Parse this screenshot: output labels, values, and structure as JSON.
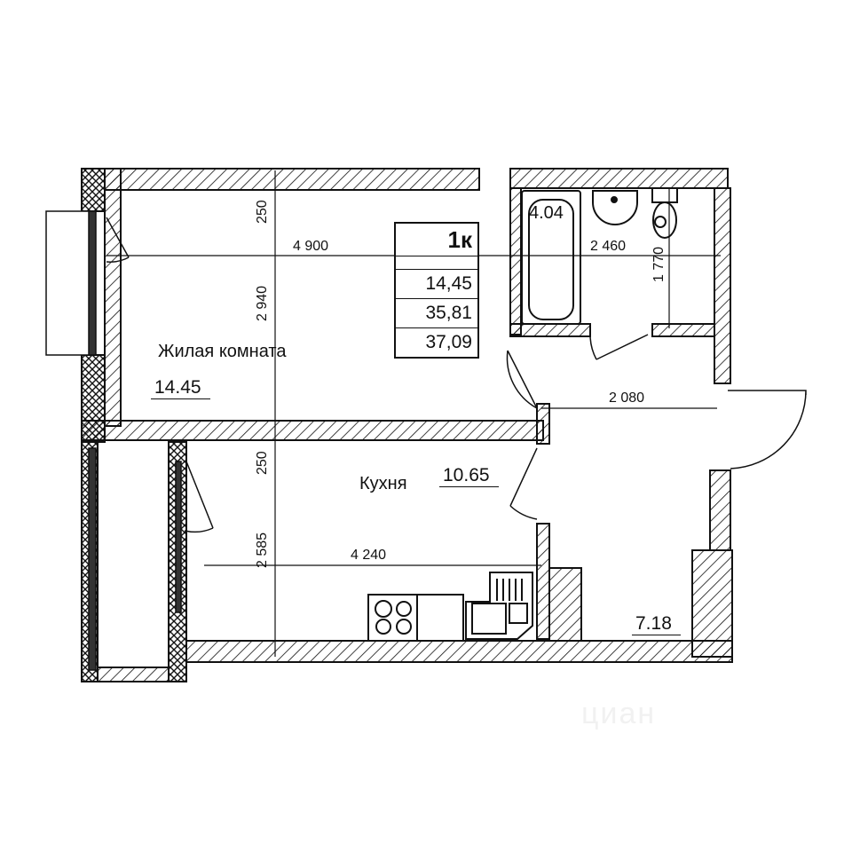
{
  "plan": {
    "type": "1-room apartment floor plan",
    "summary_table": {
      "title": "1к",
      "living_area": "14,45",
      "total_area": "35,81",
      "total_area_with_balcony": "37,09"
    },
    "rooms": [
      {
        "name": "Жилая комната",
        "area": "14.45"
      },
      {
        "name": "Кухня",
        "area": "10.65"
      },
      {
        "name": "",
        "area": "4.04",
        "kind": "bathroom"
      },
      {
        "name": "",
        "area": "7.18",
        "kind": "hallway"
      }
    ],
    "dimensions": {
      "living_width": "4 900",
      "living_depth": "2 940",
      "living_wall_top": "250",
      "bath_width": "2 460",
      "bath_depth": "1 770",
      "hall_width": "2 080",
      "kitchen_wall": "250",
      "kitchen_depth": "2 585",
      "kitchen_width": "4 240"
    },
    "colors": {
      "line": "#111111",
      "background": "#ffffff"
    }
  },
  "watermark": {
    "text": "циан"
  }
}
